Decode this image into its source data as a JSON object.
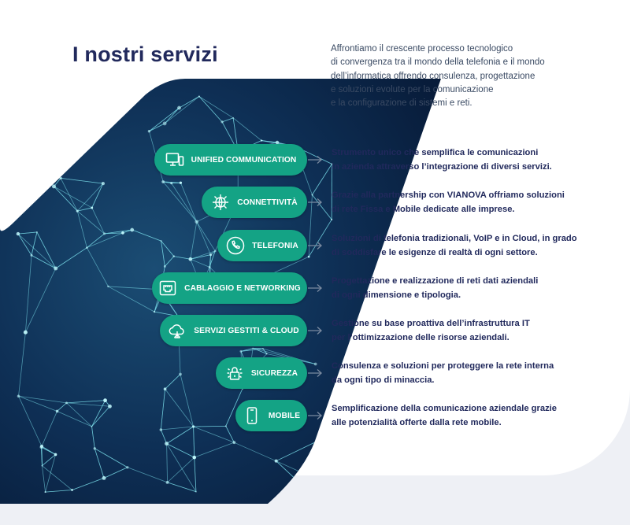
{
  "page": {
    "title": "I nostri servizi",
    "intro_lines": [
      "Affrontiamo il crescente processo tecnologico",
      "di convergenza tra il mondo della telefonia e il mondo",
      "dell’informatica offrendo consulenza, progettazione",
      "e soluzioni evolute per la comunicazione",
      "e la configurazione di sistemi e  reti."
    ]
  },
  "colors": {
    "title": "#21295c",
    "pill": "#14a385",
    "network_dark": "#0b2748",
    "network_glow": "#7fe6f0",
    "background": "#eef0f5"
  },
  "services": [
    {
      "label": "UNIFIED COMMUNICATION",
      "icon": "monitor-phone-icon",
      "desc": [
        "Strumento unico che semplifica le comunicazioni",
        "in azienda attraverso l’integrazione di diversi servizi."
      ]
    },
    {
      "label": "CONNETTIVITÀ",
      "icon": "network-globe-icon",
      "desc": [
        "Grazie alla partnership con VIANOVA offriamo soluzioni",
        "di rete Fissa e Mobile dedicate alle imprese."
      ]
    },
    {
      "label": "TELEFONIA",
      "icon": "phone-icon",
      "desc": [
        "Soluzioni di telefonia tradizionali, VoIP e in Cloud, in grado",
        "di soddisfare le esigenze di realtà di ogni settore."
      ]
    },
    {
      "label": "CABLAGGIO E NETWORKING",
      "icon": "network-socket-icon",
      "desc": [
        "Progettazione e realizzazione di reti dati aziendali",
        "di ogni dimensione e tipologia."
      ]
    },
    {
      "label": "SERVIZI GESTITI & CLOUD",
      "icon": "cloud-icon",
      "desc": [
        "Gestione su base proattiva dell’infrastruttura IT",
        "per l’ottimizzazione delle risorse aziendali."
      ]
    },
    {
      "label": "SICUREZZA",
      "icon": "security-lock-icon",
      "desc": [
        "Consulenza e soluzioni per proteggere la rete interna",
        "da ogni tipo di minaccia."
      ]
    },
    {
      "label": "MOBILE",
      "icon": "smartphone-icon",
      "desc": [
        "Semplificazione della comunicazione aziendale grazie",
        "alle potenzialità offerte dalla rete mobile."
      ]
    }
  ]
}
